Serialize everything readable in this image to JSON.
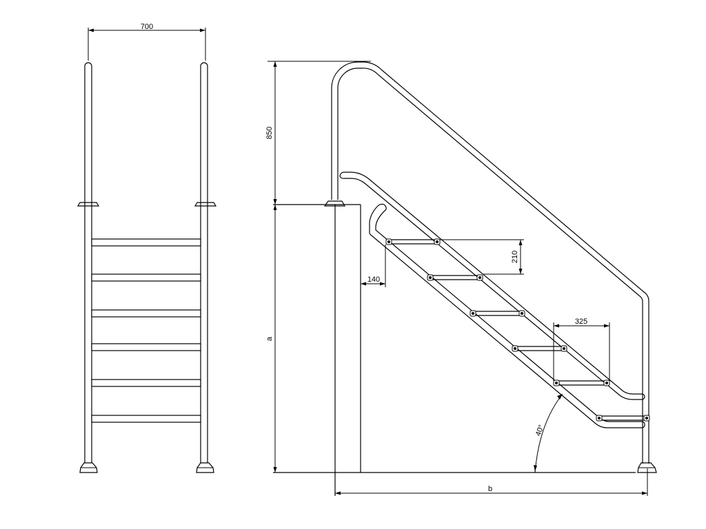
{
  "drawing": {
    "front_view": {
      "width_label": "700",
      "step_count": 6
    },
    "side_view": {
      "handrail_height_label": "850",
      "water_depth_label": "a",
      "base_length_label": "b",
      "step_offset_label": "140",
      "step_rise_label": "210",
      "step_depth_label": "325",
      "angle_label": "40°"
    }
  }
}
